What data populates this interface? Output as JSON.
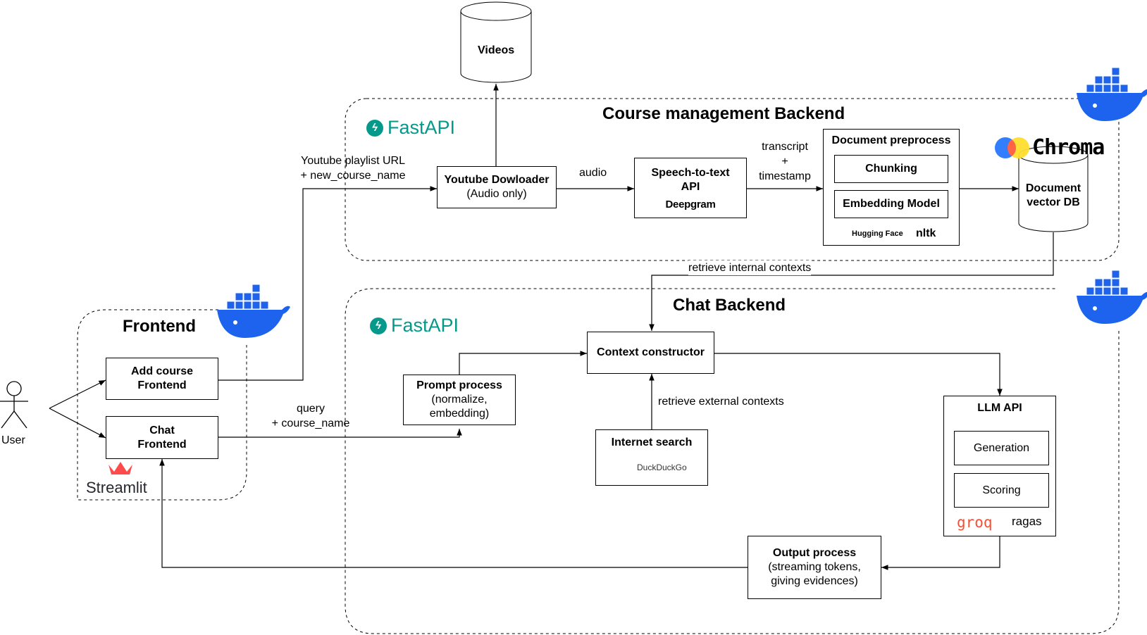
{
  "videos": {
    "label": "Videos"
  },
  "course_backend": {
    "title": "Course management Backend",
    "framework": "FastAPI"
  },
  "chat_backend": {
    "title": "Chat Backend",
    "framework": "FastAPI"
  },
  "frontend": {
    "title": "Frontend",
    "framework": "Streamlit"
  },
  "user": {
    "label": "User"
  },
  "nodes": {
    "yt_downloader": {
      "title": "Youtube Dowloader",
      "sub": "(Audio only)"
    },
    "stt": {
      "title1": "Speech-to-text",
      "title2": "API",
      "provider": "Deepgram"
    },
    "doc_preprocess": {
      "title": "Document preprocess",
      "chunking": "Chunking",
      "embedding": "Embedding Model",
      "logo1": "Hugging Face",
      "logo2": "nltk"
    },
    "vector_db": {
      "line1": "Document",
      "line2": "vector DB",
      "brand": "Chroma"
    },
    "add_course": {
      "line1": "Add course",
      "line2": "Frontend"
    },
    "chat_frontend": {
      "line1": "Chat",
      "line2": "Frontend"
    },
    "prompt": {
      "title": "Prompt process",
      "sub1": "(normalize,",
      "sub2": "embedding)"
    },
    "context": {
      "title": "Context constructor"
    },
    "search": {
      "title": "Internet search",
      "provider": "DuckDuckGo"
    },
    "llm": {
      "title": "LLM API",
      "generation": "Generation",
      "scoring": "Scoring",
      "logo1": "groq",
      "logo2": "ragas"
    },
    "output": {
      "title": "Output process",
      "sub1": "(streaming tokens,",
      "sub2": "giving evidences)"
    }
  },
  "edges": {
    "playlist1": "Youtube playlist URL",
    "playlist2": "+ new_course_name",
    "audio": "audio",
    "transcript1": "transcript",
    "transcript2": "+",
    "transcript3": "timestamp",
    "internal": "retrieve internal contexts",
    "external": "retrieve external contexts",
    "query1": "query",
    "query2": "+ course_name"
  },
  "colors": {
    "fastapi": "#05998b",
    "docker": "#1d63ed",
    "streamlit": "#ff4b4b",
    "groq": "#f55036"
  }
}
